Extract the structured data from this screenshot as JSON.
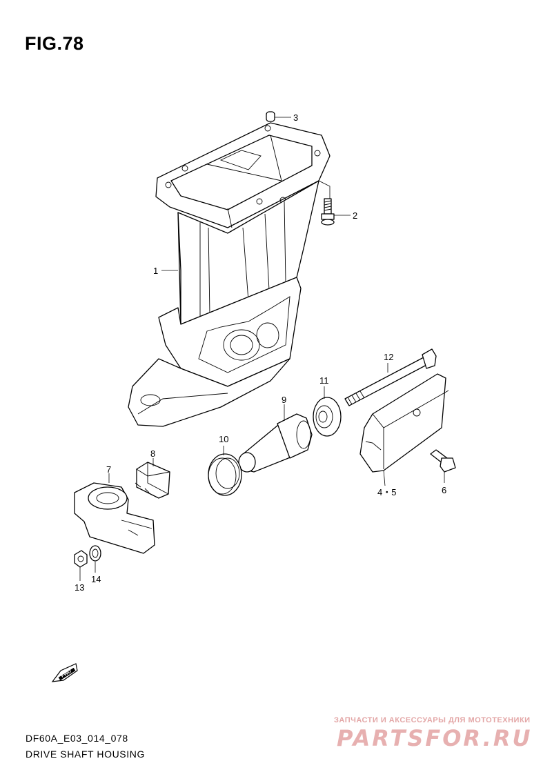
{
  "figure": {
    "title": "FIG.78"
  },
  "parts": [
    {
      "number": "1"
    },
    {
      "number": "2"
    },
    {
      "number": "3"
    },
    {
      "number": "4・5"
    },
    {
      "number": "6"
    },
    {
      "number": "7"
    },
    {
      "number": "8"
    },
    {
      "number": "9"
    },
    {
      "number": "10"
    },
    {
      "number": "11"
    },
    {
      "number": "12"
    },
    {
      "number": "13"
    },
    {
      "number": "14"
    }
  ],
  "direction_arrow": {
    "label": "FWD"
  },
  "footer": {
    "diagram_code": "DF60A_E03_014_078",
    "caption": "DRIVE SHAFT HOUSING"
  },
  "watermark": {
    "subtitle": "ЗАПЧАСТИ И АКСЕССУАРЫ ДЛЯ МОТОТЕХНИКИ",
    "brand": "PARTSFOR.RU"
  }
}
